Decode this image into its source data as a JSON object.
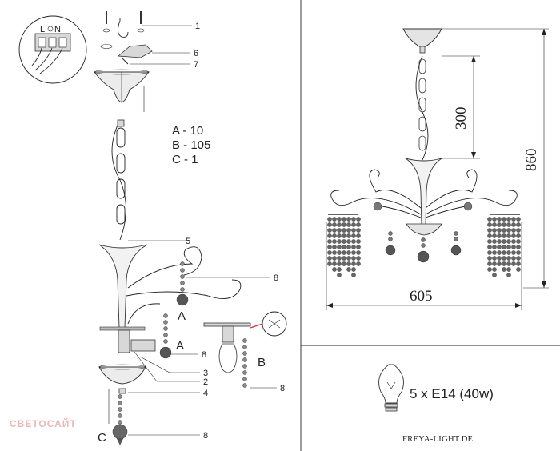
{
  "left_panel": {
    "terminal_labels": [
      "L",
      "N"
    ],
    "callouts": [
      "1",
      "6",
      "7",
      "5",
      "8",
      "8",
      "3",
      "2",
      "4",
      "8",
      "8"
    ],
    "part_letters": [
      "A",
      "A",
      "B",
      "C"
    ],
    "quantities": [
      {
        "text": "A - 10"
      },
      {
        "text": "B - 105"
      },
      {
        "text": "C - 1"
      }
    ],
    "watermark": "СВЕТОСАЙТ"
  },
  "right_panel": {
    "dimensions": {
      "height_total": "860",
      "height_chain": "300",
      "width": "605"
    },
    "bulb_spec": "5 x E14 (40w)",
    "brand": "FREYA-LIGHT.DE"
  }
}
